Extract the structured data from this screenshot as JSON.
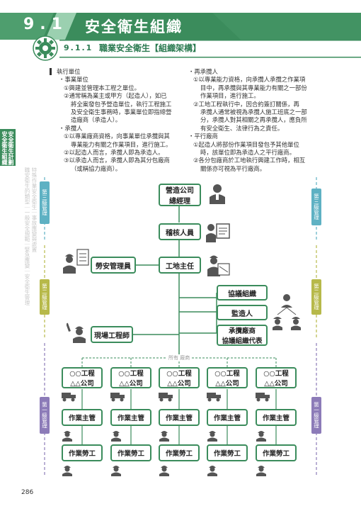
{
  "header": {
    "section_number": "9.1",
    "section_title": "安全衛生組織",
    "subsection_number": "9.1.1",
    "subsection_title": "職業安全衛生【組織架構】"
  },
  "side_tab": {
    "active": "安全衛生組織",
    "active2": "安全衛生計劃",
    "faded": "職安衛生的類型｜一般安全規範｜緊急應變｜安全衛生管理",
    "faded2": "特殊作業安全衛生｜事故應變與處置"
  },
  "left_column": [
    "執行單位",
    "・事業單位",
    "①興建並管理本工程之單位。",
    "②通常稱為業主或甲方（起造人），如已",
    "將全案發包予營造單位，執行工程施工",
    "及安全衛生事務時，事業單位即指總營",
    "造廠商（承造人）。",
    "・承攬人",
    "①以專業廠商資格，向事業單位承攬與其",
    "專業能力有關之作業項目，進行施工。",
    "②以起造人而言，承攬人即為承造人。",
    "③以承造人而言，承攬人即為其分包廠商",
    "（或稱協力廠商）。"
  ],
  "right_column": [
    "・再承攬人",
    "①以專業能力資格，向承攬人承攬之作業項",
    "目中，再承攬與其專業能力有關之一部份",
    "作業項目，進行施工。",
    "②工地工程執行中，因合約簽訂關係，再",
    "承攬人通常被視為承攬人施工班底之一部",
    "分，承攬人對其相關之再承攬人，應負所",
    "有安全衛生、法律行為之責任。",
    "・平行廠商",
    "①起造人將部份作業項目發包予其他單位",
    "時，該單位即為承造人之平行廠商。",
    "②各分包廠商於工地執行興建工作時，相互",
    "關係亦可視為平行廠商。"
  ],
  "org": {
    "gm": [
      "營造公司",
      "總經理"
    ],
    "auditor": "稽核人員",
    "site_director": "工地主任",
    "safety_manager": "勞安管理員",
    "coord": "協議組織",
    "supervisor": "監造人",
    "contractor_rep": [
      "承攬廠商",
      "協議組織代表"
    ],
    "site_engineer": "現場工程師",
    "branch_label": "所有  廠商",
    "company": [
      "○○工程",
      "△△公司"
    ],
    "work_lead": "作業主管",
    "worker": "作業勞工",
    "levels": {
      "third": "第三級管理",
      "second": "第二級管理",
      "first": "第一級管理"
    }
  },
  "page_number": "286",
  "colors": {
    "green": "#3b8c5c",
    "dark_green": "#1f5f3c",
    "purple": "#8c7bb8",
    "olive": "#b7b94a",
    "teal": "#5eb1c3"
  }
}
